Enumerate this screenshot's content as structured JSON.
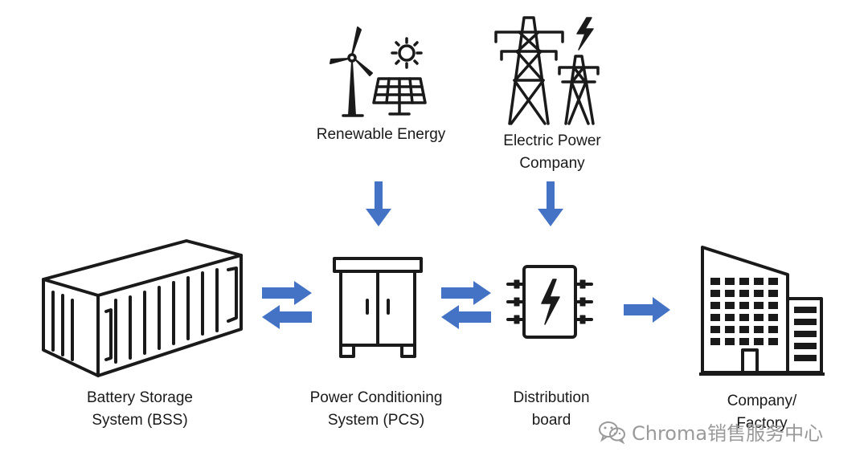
{
  "nodes": {
    "renewable": {
      "label": "Renewable Energy",
      "icon": "wind-solar-icon"
    },
    "electric": {
      "label": "Electric Power\nCompany",
      "icon": "power-tower-icon"
    },
    "bss": {
      "label": "Battery Storage\nSystem (BSS)",
      "icon": "battery-container-icon"
    },
    "pcs": {
      "label": "Power Conditioning\nSystem (PCS)",
      "icon": "pcs-cabinet-icon"
    },
    "distribution": {
      "label": "Distribution\nboard",
      "icon": "distribution-board-icon"
    },
    "company": {
      "label": "Company/ Factory",
      "icon": "factory-building-icon"
    }
  },
  "edges": [
    {
      "from": "Renewable Energy",
      "to": "Power Conditioning System (PCS)",
      "direction": "down"
    },
    {
      "from": "Electric Power Company",
      "to": "Distribution board",
      "direction": "down"
    },
    {
      "from": "Battery Storage System (BSS)",
      "to": "Power Conditioning System (PCS)",
      "direction": "bidirectional"
    },
    {
      "from": "Power Conditioning System (PCS)",
      "to": "Distribution board",
      "direction": "bidirectional"
    },
    {
      "from": "Distribution board",
      "to": "Company/ Factory",
      "direction": "right"
    }
  ],
  "colors": {
    "arrow": "#4472c4",
    "icon": "#1a1a1a",
    "watermark": "#9a9a9a"
  },
  "watermark": {
    "text": "Chroma销售服务中心",
    "icon": "wechat-icon"
  }
}
